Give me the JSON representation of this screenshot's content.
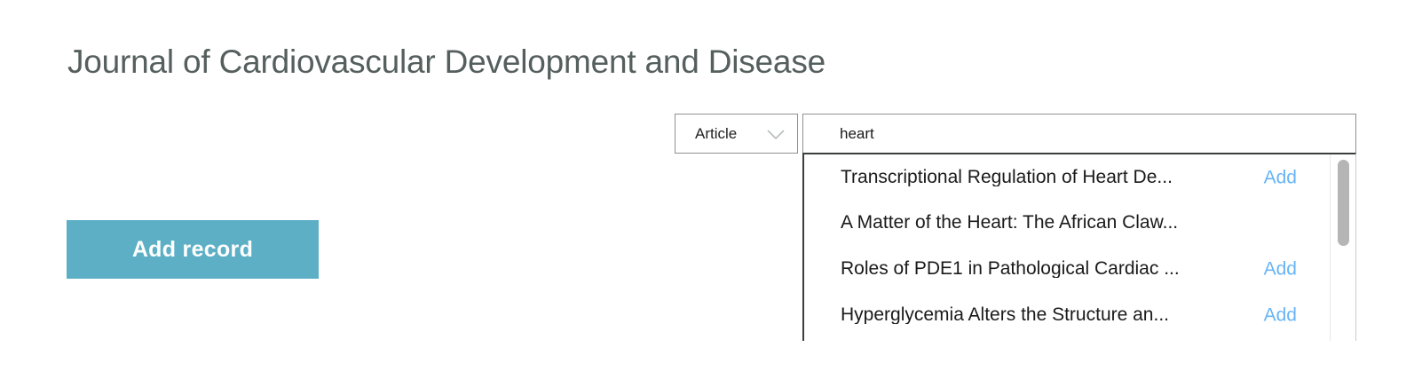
{
  "page": {
    "title": "Journal of Cardiovascular Development and Disease",
    "background_color": "#ffffff",
    "title_color": "#555f5d"
  },
  "actions": {
    "add_record_label": "Add record",
    "add_record_color": "#5cafc5"
  },
  "search": {
    "type_select": {
      "selected": "Article",
      "icon": "chevron-down-icon"
    },
    "input": {
      "value": "heart",
      "placeholder": "Search"
    }
  },
  "results": {
    "add_link_color": "#68b4f6",
    "items": [
      {
        "title": "Transcriptional Regulation of Heart De...",
        "add_label": "Add",
        "has_add": true
      },
      {
        "title": "A Matter of the Heart: The African Claw...",
        "add_label": "",
        "has_add": false
      },
      {
        "title": "Roles of PDE1 in Pathological Cardiac ...",
        "add_label": "Add",
        "has_add": true
      },
      {
        "title": "Hyperglycemia Alters the Structure an...",
        "add_label": "Add",
        "has_add": true
      }
    ],
    "scrollbar": {
      "name": "vertical-scrollbar"
    }
  }
}
